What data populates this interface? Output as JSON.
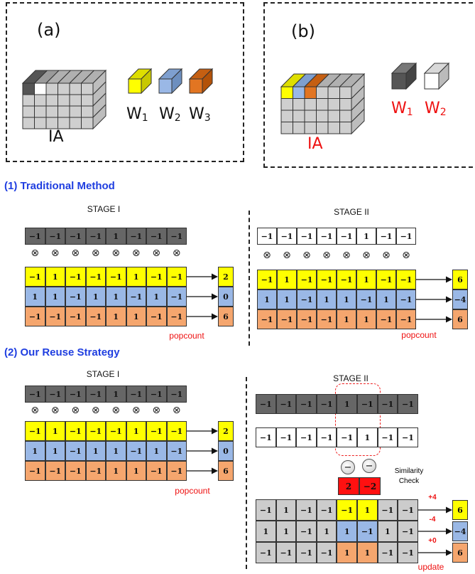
{
  "colors": {
    "black_cube": "#666666",
    "white_cube": "#ffffff",
    "yellow": "#ffff00",
    "blue": "#9ab8e6",
    "orange": "#f5a66e",
    "gray": "#cccccc",
    "red_text": "#ee1111",
    "title_blue": "#1f3ee0",
    "diff_red": "#ff1010"
  },
  "panel_a": {
    "label": "(a)",
    "ia_label": "IA",
    "w1": "W",
    "w1_sub": "1",
    "w2": "W",
    "w2_sub": "2",
    "w3": "W",
    "w3_sub": "3"
  },
  "panel_b": {
    "label": "(b)",
    "ia_label": "IA",
    "w1": "W",
    "w1_sub": "1",
    "w2": "W",
    "w2_sub": "2"
  },
  "traditional": {
    "title": "(1) Traditional Method",
    "stage1": {
      "label": "STAGE I",
      "ia_row": [
        "−1",
        "−1",
        "−1",
        "−1",
        "1",
        "−1",
        "−1",
        "−1"
      ],
      "w_rows": [
        [
          "−1",
          "1",
          "−1",
          "−1",
          "−1",
          "1",
          "−1",
          "−1"
        ],
        [
          "1",
          "1",
          "−1",
          "1",
          "1",
          "−1",
          "1",
          "−1"
        ],
        [
          "−1",
          "−1",
          "−1",
          "−1",
          "1",
          "1",
          "−1",
          "−1"
        ]
      ],
      "outputs": [
        "2",
        "0",
        "6"
      ],
      "popcount": "popcount"
    },
    "stage2": {
      "label": "STAGE II",
      "ia_row": [
        "−1",
        "−1",
        "−1",
        "−1",
        "−1",
        "1",
        "−1",
        "−1"
      ],
      "w_rows": [
        [
          "−1",
          "1",
          "−1",
          "−1",
          "−1",
          "1",
          "−1",
          "−1"
        ],
        [
          "1",
          "1",
          "−1",
          "1",
          "1",
          "−1",
          "1",
          "−1"
        ],
        [
          "−1",
          "−1",
          "−1",
          "−1",
          "1",
          "1",
          "−1",
          "−1"
        ]
      ],
      "outputs": [
        "6",
        "−4",
        "6"
      ],
      "popcount": "popcount"
    }
  },
  "reuse": {
    "title": "(2) Our Reuse Strategy",
    "stage1": {
      "label": "STAGE I",
      "ia_row": [
        "−1",
        "−1",
        "−1",
        "−1",
        "1",
        "−1",
        "−1",
        "−1"
      ],
      "w_rows": [
        [
          "−1",
          "1",
          "−1",
          "−1",
          "−1",
          "1",
          "−1",
          "−1"
        ],
        [
          "1",
          "1",
          "−1",
          "1",
          "1",
          "−1",
          "1",
          "−1"
        ],
        [
          "−1",
          "−1",
          "−1",
          "−1",
          "1",
          "1",
          "−1",
          "−1"
        ]
      ],
      "outputs": [
        "2",
        "0",
        "6"
      ],
      "popcount": "popcount"
    },
    "stage2": {
      "label": "STAGE II",
      "prev_row": [
        "−1",
        "−1",
        "−1",
        "−1",
        "1",
        "−1",
        "−1",
        "−1"
      ],
      "cur_row": [
        "−1",
        "−1",
        "−1",
        "−1",
        "−1",
        "1",
        "−1",
        "−1"
      ],
      "diffs": [
        "2",
        "−2"
      ],
      "similarity": "Similarity",
      "check": "Check",
      "w_rows": [
        [
          "−1",
          "1",
          "−1",
          "−1",
          "−1",
          "1",
          "−1",
          "−1"
        ],
        [
          "1",
          "1",
          "−1",
          "1",
          "1",
          "−1",
          "1",
          "−1"
        ],
        [
          "−1",
          "−1",
          "−1",
          "−1",
          "1",
          "1",
          "−1",
          "−1"
        ]
      ],
      "deltas": [
        "+4",
        "-4",
        "+0"
      ],
      "outputs": [
        "6",
        "−4",
        "6"
      ],
      "update": "update"
    }
  }
}
